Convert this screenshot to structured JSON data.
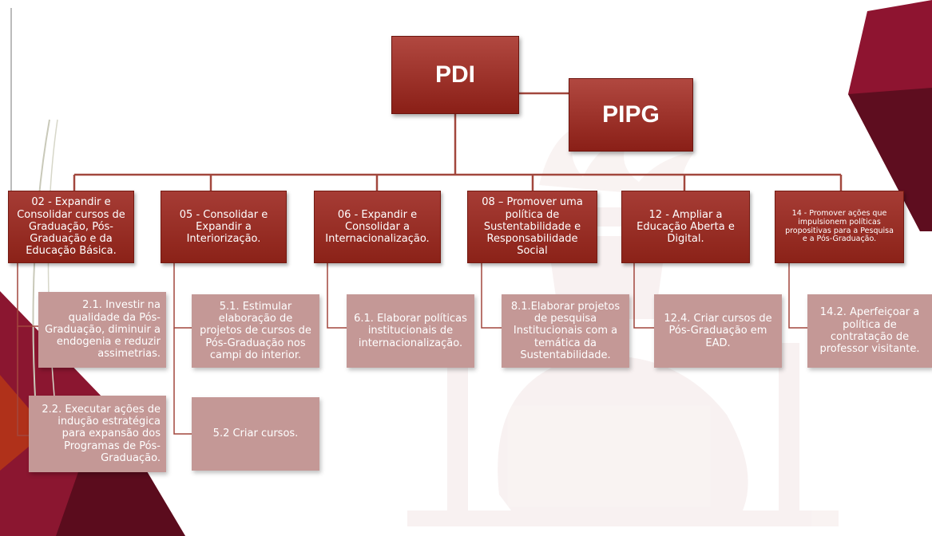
{
  "colors": {
    "primary_box": "#9a2f27",
    "secondary_box": "#c49896",
    "connector": "#a2473d",
    "accent_dark_red": "#6d0f22"
  },
  "top": {
    "pdi": "PDI",
    "pipg": "PIPG"
  },
  "goals": [
    {
      "label": "02 - Expandir e Consolidar cursos de Graduação, Pós-Graduação e da Educação Básica.",
      "actions": [
        "2.1. Investir na qualidade da Pós-Graduação, diminuir a endogenia e reduzir assimetrias.",
        "2.2. Executar ações de indução estratégica para expansão dos Programas de Pós-Graduação."
      ]
    },
    {
      "label": "05 - Consolidar e Expandir a Interiorização.",
      "actions": [
        "5.1. Estimular elaboração de projetos de cursos de Pós-Graduação nos campi do interior.",
        "5.2 Criar cursos."
      ]
    },
    {
      "label": "06 - Expandir e Consolidar a Internacionalização.",
      "actions": [
        "6.1. Elaborar políticas institucionais de internacionalização."
      ]
    },
    {
      "label": "08 – Promover uma política de Sustentabilidade e Responsabilidade Social",
      "actions": [
        "8.1.Elaborar projetos de pesquisa Institucionais com a temática da Sustentabilidade."
      ]
    },
    {
      "label": "12 - Ampliar a Educação Aberta e Digital.",
      "actions": [
        "12.4. Criar cursos de Pós-Graduação em EAD."
      ]
    },
    {
      "label": "14 - Promover ações que impulsionem políticas propositivas para a Pesquisa e a Pós-Graduação.",
      "actions": [
        "14.2. Aperfeiçoar a política de contratação de professor visitante."
      ]
    }
  ]
}
